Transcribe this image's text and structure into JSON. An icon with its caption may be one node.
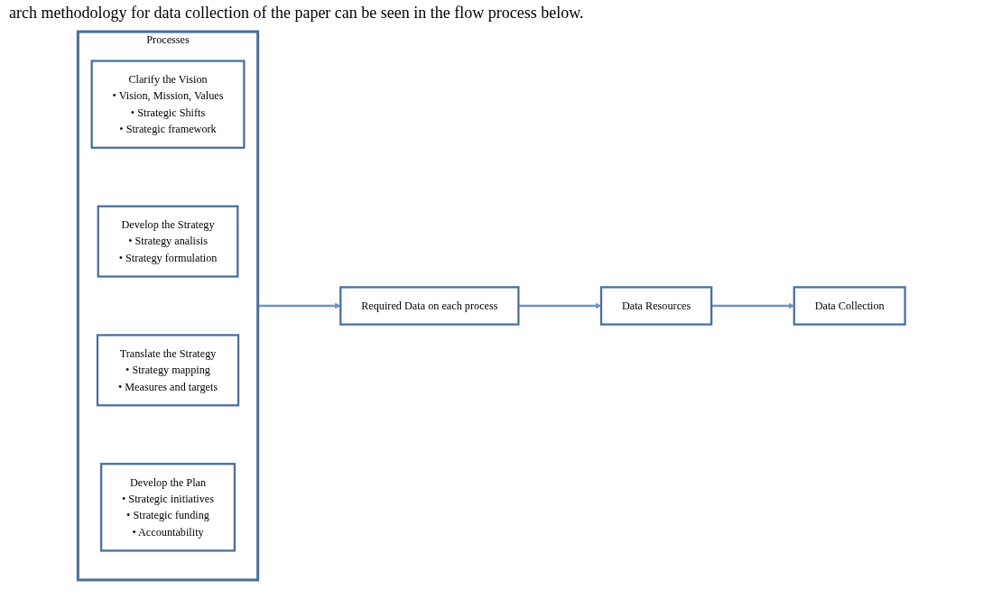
{
  "diagram": {
    "nodes": [
      {
        "text": [
          "Processes"
        ]
      },
      {
        "text": [
          "Clarify the Vision",
          "• Vision, Mission, Values",
          "• Strategic Shifts",
          "• Strategic framework"
        ],
        "in": 0
      },
      {
        "text": [
          "Develop the Strategy",
          "• Strategy analisis",
          "• Strategy formulation"
        ],
        "in": 0
      },
      {
        "text": [
          "Translate the Strategy",
          "• Strategy mapping",
          "• Measures and targets"
        ],
        "in": 0
      },
      {
        "text": [
          "Develop the Plan",
          "• Strategic initiatives",
          "• Strategic funding",
          "• Accountability"
        ],
        "in": 0
      },
      {
        "text": [
          "Required Data on each process"
        ]
      },
      {
        "text": [
          "Data Resources"
        ]
      },
      {
        "text": [
          "Data Collection"
        ]
      }
    ],
    "edges": [
      {
        "from": 0,
        "to": 5,
        "arrow": "to"
      },
      {
        "from": 5,
        "to": 6,
        "arrow": "to"
      },
      {
        "from": 6,
        "to": 7,
        "arrow": "to"
      }
    ],
    "labels": [
      "arch methodology for data collection of the paper can be seen in the flow process below."
    ]
  }
}
